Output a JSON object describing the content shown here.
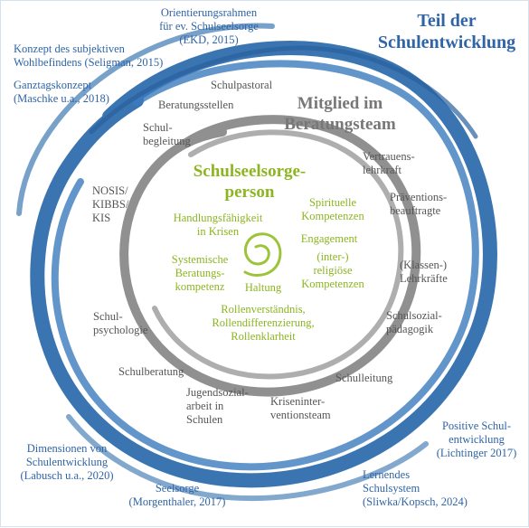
{
  "colors": {
    "outer_ring": "#2f6eae",
    "middle_ring": "#8a8a8a",
    "inner_spiral": "#9cc43a",
    "outer_text": "#2f64a6",
    "middle_text": "#555555",
    "inner_text": "#8cb521"
  },
  "titles": {
    "school_development": "Teil der\nSchulentwicklung",
    "counseling_team": "Mitglied im\nBeratungsteam",
    "person": "Schulseelsorge-\nperson"
  },
  "outer_labels": {
    "orientierungsrahmen": "Orientierungsrahmen\nfür ev. Schulseelsorge\n(EKD, 2015)",
    "wohlbefinden": "Konzept des subjektiven\nWohlbefindens (Seligman, 2015)",
    "ganztag": "Ganztagskonzept\n(Maschke u.a., 2018)",
    "positive": "Positive Schul-\nentwicklung\n(Lichtinger 2017)",
    "dimensionen": "Dimensionen von\nSchulentwicklung\n(Labusch u.a., 2020)",
    "lernendes": "Lernendes\nSchulsystem\n(Sliwka/Kopsch, 2024)",
    "seelsorge": "Seelsorge\n(Morgenthaler, 2017)"
  },
  "middle_labels": {
    "schulpastoral": "Schulpastoral",
    "beratungsstellen": "Beratungsstellen",
    "schulbegleitung": "Schul-\nbegleitung",
    "vertrauenslehrkraft": "Vertrauens-\nlehrkraft",
    "praeventionsbeauftragte": "Präventions-\nbeauftragte",
    "nosis": "NOSIS/\nKIBBS/\nKIS",
    "klassenlehrkraefte": "(Klassen-)\nLehrkräfte",
    "schulsozialpaedagogik": "Schulsozial-\npädagogik",
    "schulpsychologie": "Schul-\npsychologie",
    "schulberatung": "Schulberatung",
    "schulleitung": "Schulleitung",
    "jugendsozialarbeit": "Jugendsozial-\narbeit in\nSchulen",
    "kriseninterventionsteam": "Kriseninter-\nventionsteam"
  },
  "inner_labels": {
    "handlungsfaehigkeit": "Handlungsfähigkeit\nin Krisen",
    "spirituelle": "Spirituelle\nKompetenzen",
    "engagement": "Engagement",
    "interreligioese": "(inter-)\nreligiöse\nKompetenzen",
    "systemische": "Systemische\nBeratungs-\nkompetenz",
    "haltung": "Haltung",
    "rollen": "Rollenverständnis,\nRollendifferenzierung,\nRollenklarheit"
  }
}
